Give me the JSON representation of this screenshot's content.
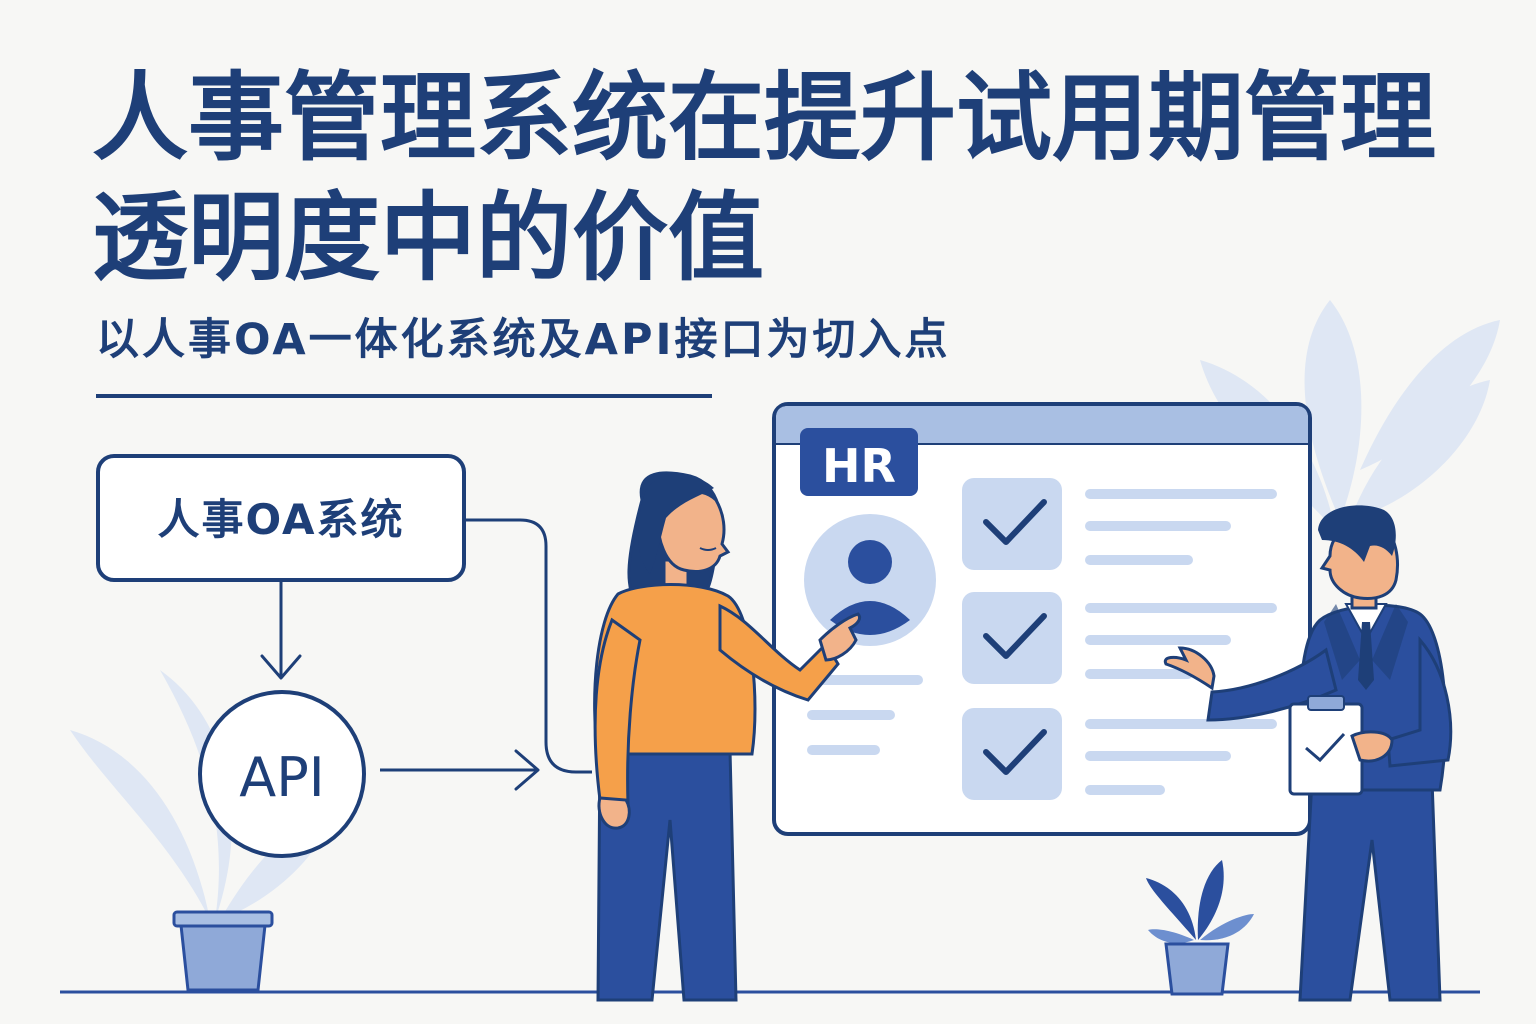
{
  "title": {
    "line1": "人事管理系统在提升试用期管理",
    "line2": "透明度中的价值"
  },
  "subtitle": "以人事OA一体化系统及API接口为切入点",
  "diagram": {
    "oa_box_label": "人事OA系统",
    "api_node_label": "API"
  },
  "screen": {
    "badge": "HR",
    "checklist_items": 3
  },
  "colors": {
    "navy": "#1e3f78",
    "mid_blue": "#2b4f9e",
    "light_blue": "#c9d8f0",
    "pale_blue": "#dfe7f4",
    "orange": "#f5a04a",
    "background": "#f7f7f5"
  }
}
